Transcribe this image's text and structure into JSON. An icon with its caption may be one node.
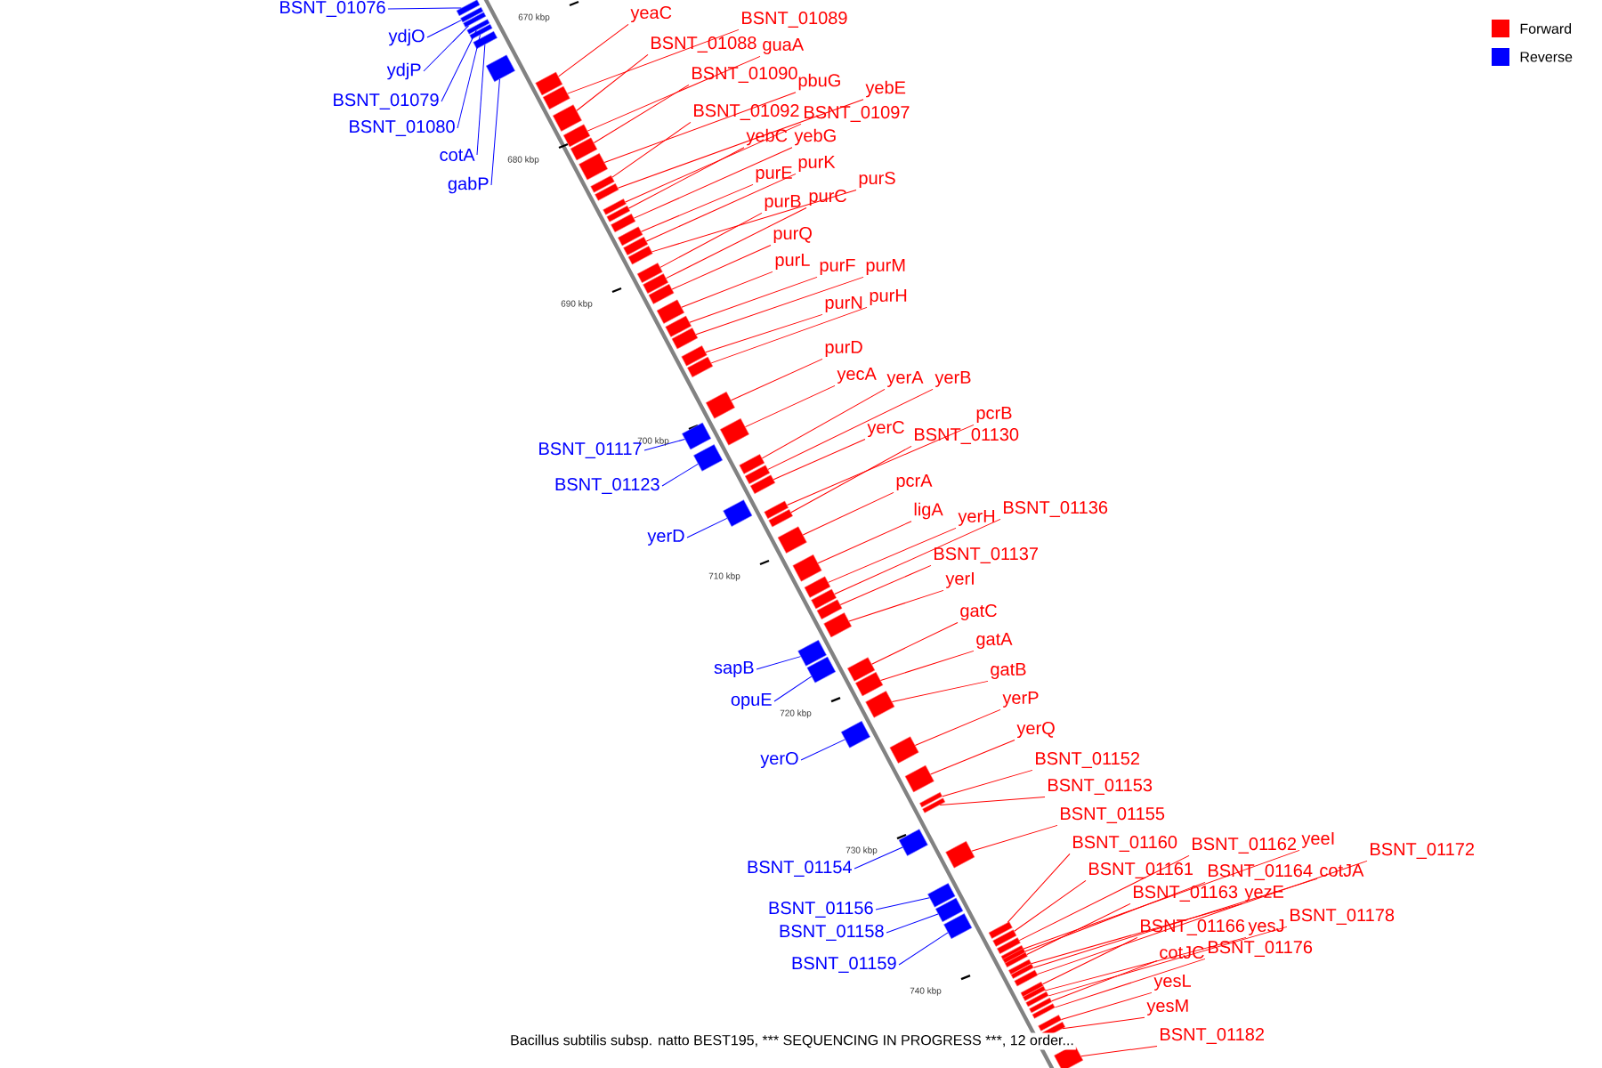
{
  "diagram": {
    "caption": "Bacillus subtilis subsp. natto BEST195, *** SEQUENCING IN PROGRESS ***, 12 order...",
    "nodes": [
      {
        "text": [
          "BSNT_01076"
        ]
      },
      {
        "text": [
          "ydjO"
        ]
      },
      {
        "text": [
          "ydjP"
        ]
      },
      {
        "text": [
          "BSNT_01079"
        ]
      },
      {
        "text": [
          "BSNT_01080"
        ]
      },
      {
        "text": [
          "cotA"
        ]
      },
      {
        "text": [
          "gabP"
        ]
      },
      {
        "text": [
          "BSNT_01117"
        ]
      },
      {
        "text": [
          "BSNT_01123"
        ]
      },
      {
        "text": [
          "yerD"
        ]
      },
      {
        "text": [
          "sapB"
        ]
      },
      {
        "text": [
          "opuE"
        ]
      },
      {
        "text": [
          "yerO"
        ]
      },
      {
        "text": [
          "BSNT_01154"
        ]
      },
      {
        "text": [
          "BSNT_01156"
        ]
      },
      {
        "text": [
          "BSNT_01158"
        ]
      },
      {
        "text": [
          "BSNT_01159"
        ]
      },
      {
        "text": [
          "yeaC"
        ]
      },
      {
        "text": [
          "BSNT_01089"
        ]
      },
      {
        "text": [
          "BSNT_01088"
        ]
      },
      {
        "text": [
          "guaA"
        ]
      },
      {
        "text": [
          "BSNT_01090"
        ]
      },
      {
        "text": [
          "pbuG"
        ]
      },
      {
        "text": [
          "yebE"
        ]
      },
      {
        "text": [
          "BSNT_01092"
        ]
      },
      {
        "text": [
          "BSNT_01097"
        ]
      },
      {
        "text": [
          "yebC"
        ]
      },
      {
        "text": [
          "yebG"
        ]
      },
      {
        "text": [
          "purE"
        ]
      },
      {
        "text": [
          "purK"
        ]
      },
      {
        "text": [
          "purS"
        ]
      },
      {
        "text": [
          "purB"
        ]
      },
      {
        "text": [
          "purC"
        ]
      },
      {
        "text": [
          "purQ"
        ]
      },
      {
        "text": [
          "purL"
        ]
      },
      {
        "text": [
          "purF"
        ]
      },
      {
        "text": [
          "purM"
        ]
      },
      {
        "text": [
          "purN"
        ]
      },
      {
        "text": [
          "purH"
        ]
      },
      {
        "text": [
          "purD"
        ]
      },
      {
        "text": [
          "yecA"
        ]
      },
      {
        "text": [
          "yerA"
        ]
      },
      {
        "text": [
          "yerB"
        ]
      },
      {
        "text": [
          "yerC"
        ]
      },
      {
        "text": [
          "pcrB"
        ]
      },
      {
        "text": [
          "BSNT_01130"
        ]
      },
      {
        "text": [
          "pcrA"
        ]
      },
      {
        "text": [
          "ligA"
        ]
      },
      {
        "text": [
          "yerH"
        ]
      },
      {
        "text": [
          "BSNT_01136"
        ]
      },
      {
        "text": [
          "BSNT_01137"
        ]
      },
      {
        "text": [
          "yerI"
        ]
      },
      {
        "text": [
          "gatC"
        ]
      },
      {
        "text": [
          "gatA"
        ]
      },
      {
        "text": [
          "gatB"
        ]
      },
      {
        "text": [
          "yerP"
        ]
      },
      {
        "text": [
          "yerQ"
        ]
      },
      {
        "text": [
          "BSNT_01152"
        ]
      },
      {
        "text": [
          "BSNT_01153"
        ]
      },
      {
        "text": [
          "BSNT_01155"
        ]
      },
      {
        "text": [
          "BSNT_01160"
        ]
      },
      {
        "text": [
          "BSNT_01161"
        ]
      },
      {
        "text": [
          "BSNT_01162"
        ]
      },
      {
        "text": [
          "yeeI"
        ]
      },
      {
        "text": [
          "BSNT_01163"
        ]
      },
      {
        "text": [
          "yezE"
        ]
      },
      {
        "text": [
          "BSNT_01164"
        ]
      },
      {
        "text": [
          "cotJA"
        ]
      },
      {
        "text": [
          "BSNT_01172"
        ]
      },
      {
        "text": [
          "BSNT_01166"
        ]
      },
      {
        "text": [
          "yesJ"
        ]
      },
      {
        "text": [
          "BSNT_01178"
        ]
      },
      {
        "text": [
          "cotJC"
        ]
      },
      {
        "text": [
          "BSNT_01176"
        ]
      },
      {
        "text": [
          "yesL"
        ]
      },
      {
        "text": [
          "yesM"
        ]
      },
      {
        "text": [
          "BSNT_01182"
        ]
      },
      {
        "text": [],
        "shape": "bar"
      },
      {
        "text": [],
        "shape": "bar"
      },
      {
        "text": [],
        "shape": "bar"
      },
      {
        "text": [],
        "shape": "bar"
      },
      {
        "text": [],
        "shape": "bar"
      },
      {
        "text": [],
        "shape": "bar"
      },
      {
        "text": [],
        "shape": "bar"
      },
      {
        "text": [],
        "shape": "bar"
      },
      {
        "text": [],
        "shape": "bar"
      },
      {
        "text": [],
        "shape": "bar"
      },
      {
        "text": [],
        "shape": "bar"
      },
      {
        "text": [],
        "shape": "bar"
      },
      {
        "text": [],
        "shape": "bar"
      },
      {
        "text": [],
        "shape": "bar"
      },
      {
        "text": [],
        "shape": "bar"
      },
      {
        "text": [],
        "shape": "bar"
      },
      {
        "text": [],
        "shape": "bar"
      },
      {
        "text": [],
        "shape": "bar"
      },
      {
        "text": [],
        "shape": "bar"
      },
      {
        "text": [],
        "shape": "bar"
      },
      {
        "text": [],
        "shape": "bar"
      },
      {
        "text": [],
        "shape": "bar"
      },
      {
        "text": [],
        "shape": "bar"
      },
      {
        "text": [],
        "shape": "bar"
      },
      {
        "text": [],
        "shape": "bar"
      },
      {
        "text": [],
        "shape": "bar"
      },
      {
        "text": [],
        "shape": "bar"
      },
      {
        "text": [],
        "shape": "bar"
      },
      {
        "text": [],
        "shape": "bar"
      },
      {
        "text": [],
        "shape": "bar"
      },
      {
        "text": [],
        "shape": "bar"
      },
      {
        "text": [],
        "shape": "bar"
      },
      {
        "text": [],
        "shape": "bar"
      },
      {
        "text": [],
        "shape": "bar"
      },
      {
        "text": [],
        "shape": "bar"
      },
      {
        "text": [],
        "shape": "bar"
      },
      {
        "text": [],
        "shape": "bar"
      },
      {
        "text": [],
        "shape": "bar"
      },
      {
        "text": [],
        "shape": "bar"
      },
      {
        "text": [],
        "shape": "bar"
      },
      {
        "text": [],
        "shape": "bar"
      },
      {
        "text": [],
        "shape": "bar"
      },
      {
        "text": [],
        "shape": "bar"
      },
      {
        "text": [],
        "shape": "bar"
      },
      {
        "text": [],
        "shape": "bar"
      },
      {
        "text": [],
        "shape": "bar"
      },
      {
        "text": [],
        "shape": "bar"
      },
      {
        "text": [],
        "shape": "bar"
      },
      {
        "text": [],
        "shape": "bar"
      },
      {
        "text": [],
        "shape": "bar"
      },
      {
        "text": [],
        "shape": "bar"
      },
      {
        "text": [],
        "shape": "bar"
      },
      {
        "text": [],
        "shape": "bar"
      },
      {
        "text": [],
        "shape": "bar"
      },
      {
        "text": [],
        "shape": "bar"
      },
      {
        "text": [],
        "shape": "bar"
      },
      {
        "text": [],
        "shape": "bar"
      },
      {
        "text": [],
        "shape": "bar"
      },
      {
        "text": [],
        "shape": "bar"
      },
      {
        "text": [],
        "shape": "bar"
      },
      {
        "text": [],
        "shape": "bar"
      },
      {
        "text": [],
        "shape": "bar"
      },
      {
        "text": [],
        "shape": "bar"
      },
      {
        "text": [],
        "shape": "bar"
      },
      {
        "text": [],
        "shape": "bar"
      },
      {
        "text": [],
        "shape": "bar"
      },
      {
        "text": [],
        "shape": "bar"
      },
      {
        "text": [],
        "shape": "bar"
      },
      {
        "text": [],
        "shape": "bar"
      },
      {
        "text": [],
        "shape": "bar"
      },
      {
        "text": [],
        "shape": "bar"
      },
      {
        "text": [],
        "shape": "bar"
      },
      {
        "text": [],
        "shape": "bar"
      },
      {
        "text": [],
        "shape": "bar"
      },
      {
        "text": [],
        "shape": "bar"
      },
      {
        "text": [],
        "shape": "bar"
      },
      {
        "text": [],
        "shape": "bar"
      }
    ],
    "edges": [
      {
        "from": 0,
        "to": 77,
        "arrow": "none",
        "color": "#0000ff"
      },
      {
        "from": 1,
        "to": 78,
        "arrow": "none",
        "color": "#0000ff"
      },
      {
        "from": 2,
        "to": 79,
        "arrow": "none",
        "color": "#0000ff"
      },
      {
        "from": 3,
        "to": 80,
        "arrow": "none",
        "color": "#0000ff"
      },
      {
        "from": 4,
        "to": 81,
        "arrow": "none",
        "color": "#0000ff"
      },
      {
        "from": 5,
        "to": 82,
        "arrow": "none",
        "color": "#0000ff"
      },
      {
        "from": 6,
        "to": 83,
        "arrow": "none",
        "color": "#0000ff"
      },
      {
        "from": 7,
        "to": 107,
        "arrow": "none",
        "color": "#0000ff"
      },
      {
        "from": 8,
        "to": 109,
        "arrow": "none",
        "color": "#0000ff"
      },
      {
        "from": 9,
        "to": 113,
        "arrow": "none",
        "color": "#0000ff"
      },
      {
        "from": 10,
        "to": 122,
        "arrow": "none",
        "color": "#0000ff"
      },
      {
        "from": 11,
        "to": 123,
        "arrow": "none",
        "color": "#0000ff"
      },
      {
        "from": 12,
        "to": 127,
        "arrow": "none",
        "color": "#0000ff"
      },
      {
        "from": 13,
        "to": 132,
        "arrow": "none",
        "color": "#0000ff"
      },
      {
        "from": 14,
        "to": 134,
        "arrow": "none",
        "color": "#0000ff"
      },
      {
        "from": 15,
        "to": 135,
        "arrow": "none",
        "color": "#0000ff"
      },
      {
        "from": 16,
        "to": 136,
        "arrow": "none",
        "color": "#0000ff"
      },
      {
        "from": 17,
        "to": 84,
        "arrow": "none"
      },
      {
        "from": 18,
        "to": 85,
        "arrow": "none"
      },
      {
        "from": 19,
        "to": 86,
        "arrow": "none"
      },
      {
        "from": 20,
        "to": 87,
        "arrow": "none"
      },
      {
        "from": 21,
        "to": 88,
        "arrow": "none"
      },
      {
        "from": 22,
        "to": 89,
        "arrow": "none"
      },
      {
        "from": 23,
        "to": 91,
        "arrow": "none"
      },
      {
        "from": 24,
        "to": 90,
        "arrow": "none"
      },
      {
        "from": 25,
        "to": 92,
        "arrow": "none"
      },
      {
        "from": 26,
        "to": 93,
        "arrow": "none"
      },
      {
        "from": 27,
        "to": 94,
        "arrow": "none"
      },
      {
        "from": 28,
        "to": 95,
        "arrow": "none"
      },
      {
        "from": 29,
        "to": 96,
        "arrow": "none"
      },
      {
        "from": 30,
        "to": 97,
        "arrow": "none"
      },
      {
        "from": 31,
        "to": 98,
        "arrow": "none"
      },
      {
        "from": 32,
        "to": 99,
        "arrow": "none"
      },
      {
        "from": 33,
        "to": 100,
        "arrow": "none"
      },
      {
        "from": 34,
        "to": 101,
        "arrow": "none"
      },
      {
        "from": 35,
        "to": 102,
        "arrow": "none"
      },
      {
        "from": 36,
        "to": 103,
        "arrow": "none"
      },
      {
        "from": 37,
        "to": 104,
        "arrow": "none"
      },
      {
        "from": 38,
        "to": 105,
        "arrow": "none"
      },
      {
        "from": 39,
        "to": 106,
        "arrow": "none"
      },
      {
        "from": 40,
        "to": 108,
        "arrow": "none"
      },
      {
        "from": 41,
        "to": 110,
        "arrow": "none"
      },
      {
        "from": 42,
        "to": 111,
        "arrow": "none"
      },
      {
        "from": 43,
        "to": 112,
        "arrow": "none"
      },
      {
        "from": 44,
        "to": 114,
        "arrow": "none"
      },
      {
        "from": 45,
        "to": 115,
        "arrow": "none"
      },
      {
        "from": 46,
        "to": 116,
        "arrow": "none"
      },
      {
        "from": 47,
        "to": 117,
        "arrow": "none"
      },
      {
        "from": 48,
        "to": 118,
        "arrow": "none"
      },
      {
        "from": 49,
        "to": 119,
        "arrow": "none"
      },
      {
        "from": 50,
        "to": 120,
        "arrow": "none"
      },
      {
        "from": 51,
        "to": 121,
        "arrow": "none"
      },
      {
        "from": 52,
        "to": 124,
        "arrow": "none"
      },
      {
        "from": 53,
        "to": 125,
        "arrow": "none"
      },
      {
        "from": 54,
        "to": 126,
        "arrow": "none"
      },
      {
        "from": 55,
        "to": 128,
        "arrow": "none"
      },
      {
        "from": 56,
        "to": 129,
        "arrow": "none"
      },
      {
        "from": 57,
        "to": 130,
        "arrow": "none"
      },
      {
        "from": 58,
        "to": 131,
        "arrow": "none"
      },
      {
        "from": 59,
        "to": 133,
        "arrow": "none"
      },
      {
        "from": 60,
        "to": 137,
        "arrow": "none"
      },
      {
        "from": 61,
        "to": 138,
        "arrow": "none"
      },
      {
        "from": 62,
        "to": 139,
        "arrow": "none"
      },
      {
        "from": 63,
        "to": 140,
        "arrow": "none"
      },
      {
        "from": 64,
        "to": 142,
        "arrow": "none"
      },
      {
        "from": 65,
        "to": 143,
        "arrow": "none"
      },
      {
        "from": 66,
        "to": 141,
        "arrow": "none"
      },
      {
        "from": 67,
        "to": 144,
        "arrow": "none"
      },
      {
        "from": 68,
        "to": 145,
        "arrow": "none"
      },
      {
        "from": 69,
        "to": 146,
        "arrow": "none"
      },
      {
        "from": 70,
        "to": 147,
        "arrow": "none"
      },
      {
        "from": 71,
        "to": 148,
        "arrow": "none"
      },
      {
        "from": 72,
        "to": 149,
        "arrow": "none"
      },
      {
        "from": 73,
        "to": 150,
        "arrow": "none"
      },
      {
        "from": 74,
        "to": 151,
        "arrow": "none"
      },
      {
        "from": 75,
        "to": 152,
        "arrow": "none"
      },
      {
        "from": 76,
        "to": 153,
        "arrow": "none"
      }
    ],
    "labels": [
      "670 kbp",
      "680 kbp",
      "690 kbp",
      "700 kbp",
      "710 kbp",
      "720 kbp",
      "730 kbp",
      "740 kbp"
    ],
    "legend": [
      {
        "text": "Forward",
        "color": "#ff0000"
      },
      {
        "text": "Reverse",
        "color": "#0000ff"
      }
    ]
  }
}
